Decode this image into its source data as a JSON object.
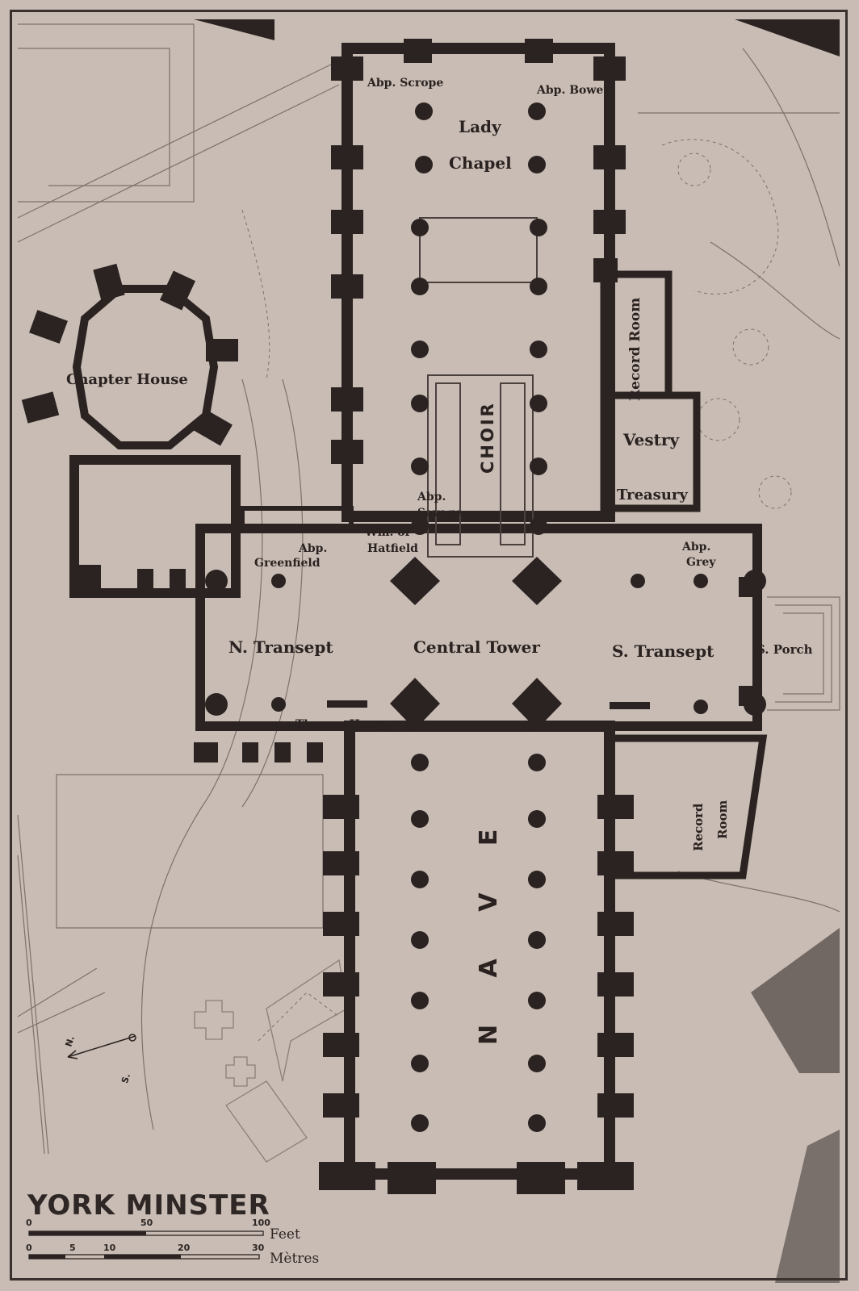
{
  "title": "YORK MINSTER",
  "rooms": {
    "lady": "Lady",
    "chapel": "Chapel",
    "chapter_house": "Chapter House",
    "record_room_1": "Record Room",
    "vestry": "Vestry",
    "treasury": "Treasury",
    "choir": "CHOIR",
    "n_transept": "N. Transept",
    "central_tower": "Central Tower",
    "s_transept": "S. Transept",
    "s_porch": "S. Porch",
    "nave": "N A V E",
    "record": "Record",
    "room": "Room"
  },
  "tombs": {
    "abp_scrope": "Abp. Scrope",
    "abp_bowet": "Abp. Bowet",
    "abp_savage_1": "Abp.",
    "abp_savage_2": "Savage",
    "wm_of": "Wm. of",
    "hatfield": "Hatfield",
    "abp_greenfield_1": "Abp.",
    "abp_greenfield_2": "Greenfield",
    "abp_grey_1": "Abp.",
    "abp_grey_2": "Grey",
    "thomas_haxey": "Thomas Haxey"
  },
  "compass": {
    "n": "N.",
    "s": "S."
  },
  "scale": {
    "feet_ticks": [
      "0",
      "50",
      "100"
    ],
    "feet_label": "Feet",
    "metre_ticks": [
      "0",
      "5",
      "10",
      "20",
      "30"
    ],
    "metre_label": "Mètres"
  },
  "colors": {
    "paper": "#c8bcb4",
    "ink": "#2b2321",
    "line": "#6e625e"
  }
}
